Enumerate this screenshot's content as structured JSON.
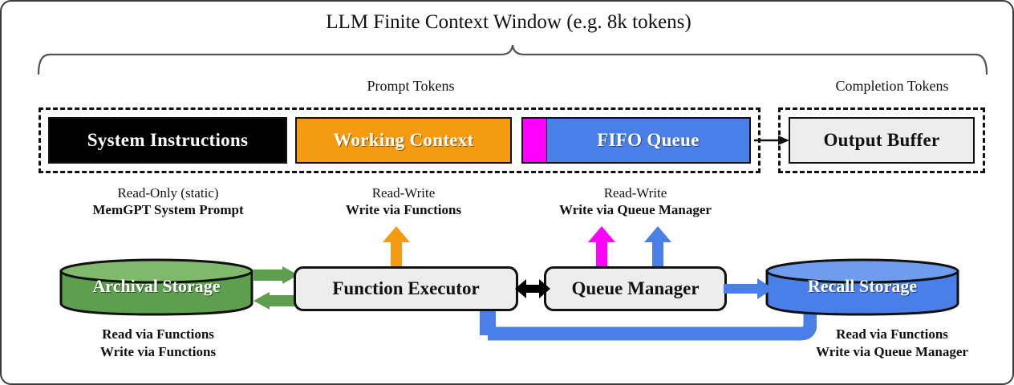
{
  "title": "LLM Finite Context Window (e.g. 8k tokens)",
  "sections": {
    "prompt_caption": "Prompt Tokens",
    "completion_caption": "Completion Tokens"
  },
  "context_blocks": [
    {
      "id": "system",
      "label": "System Instructions",
      "color": "#000000"
    },
    {
      "id": "working",
      "label": "Working Context",
      "color": "#F59B11"
    },
    {
      "id": "fifo",
      "label": "FIFO Queue",
      "color": "#4A7FE8",
      "marker_color": "#FF00FF"
    },
    {
      "id": "output",
      "label": "Output Buffer",
      "color": "#EDEDED"
    }
  ],
  "annotations": {
    "system": {
      "line1": "Read-Only (static)",
      "line2": "MemGPT System Prompt"
    },
    "working": {
      "line1": "Read-Write",
      "line2": "Write via Functions"
    },
    "fifo": {
      "line1": "Read-Write",
      "line2": "Write via Queue Manager"
    }
  },
  "storage": {
    "archival": {
      "label": "Archival Storage",
      "color": "#5E9E4F",
      "notes": {
        "line1": "Read via Functions",
        "line2": "Write via Functions"
      }
    },
    "recall": {
      "label": "Recall Storage",
      "color": "#4A7FE8",
      "notes": {
        "line1": "Read via Functions",
        "line2": "Write via Queue Manager"
      }
    }
  },
  "processors": [
    {
      "id": "function-executor",
      "label": "Function Executor"
    },
    {
      "id": "queue-manager",
      "label": "Queue Manager"
    }
  ],
  "arrows": {
    "orange_color": "#F59B11",
    "magenta_color": "#FF00FF",
    "blue_color": "#4A7FE8",
    "green_color": "#5E9E4F",
    "black_color": "#000000"
  }
}
